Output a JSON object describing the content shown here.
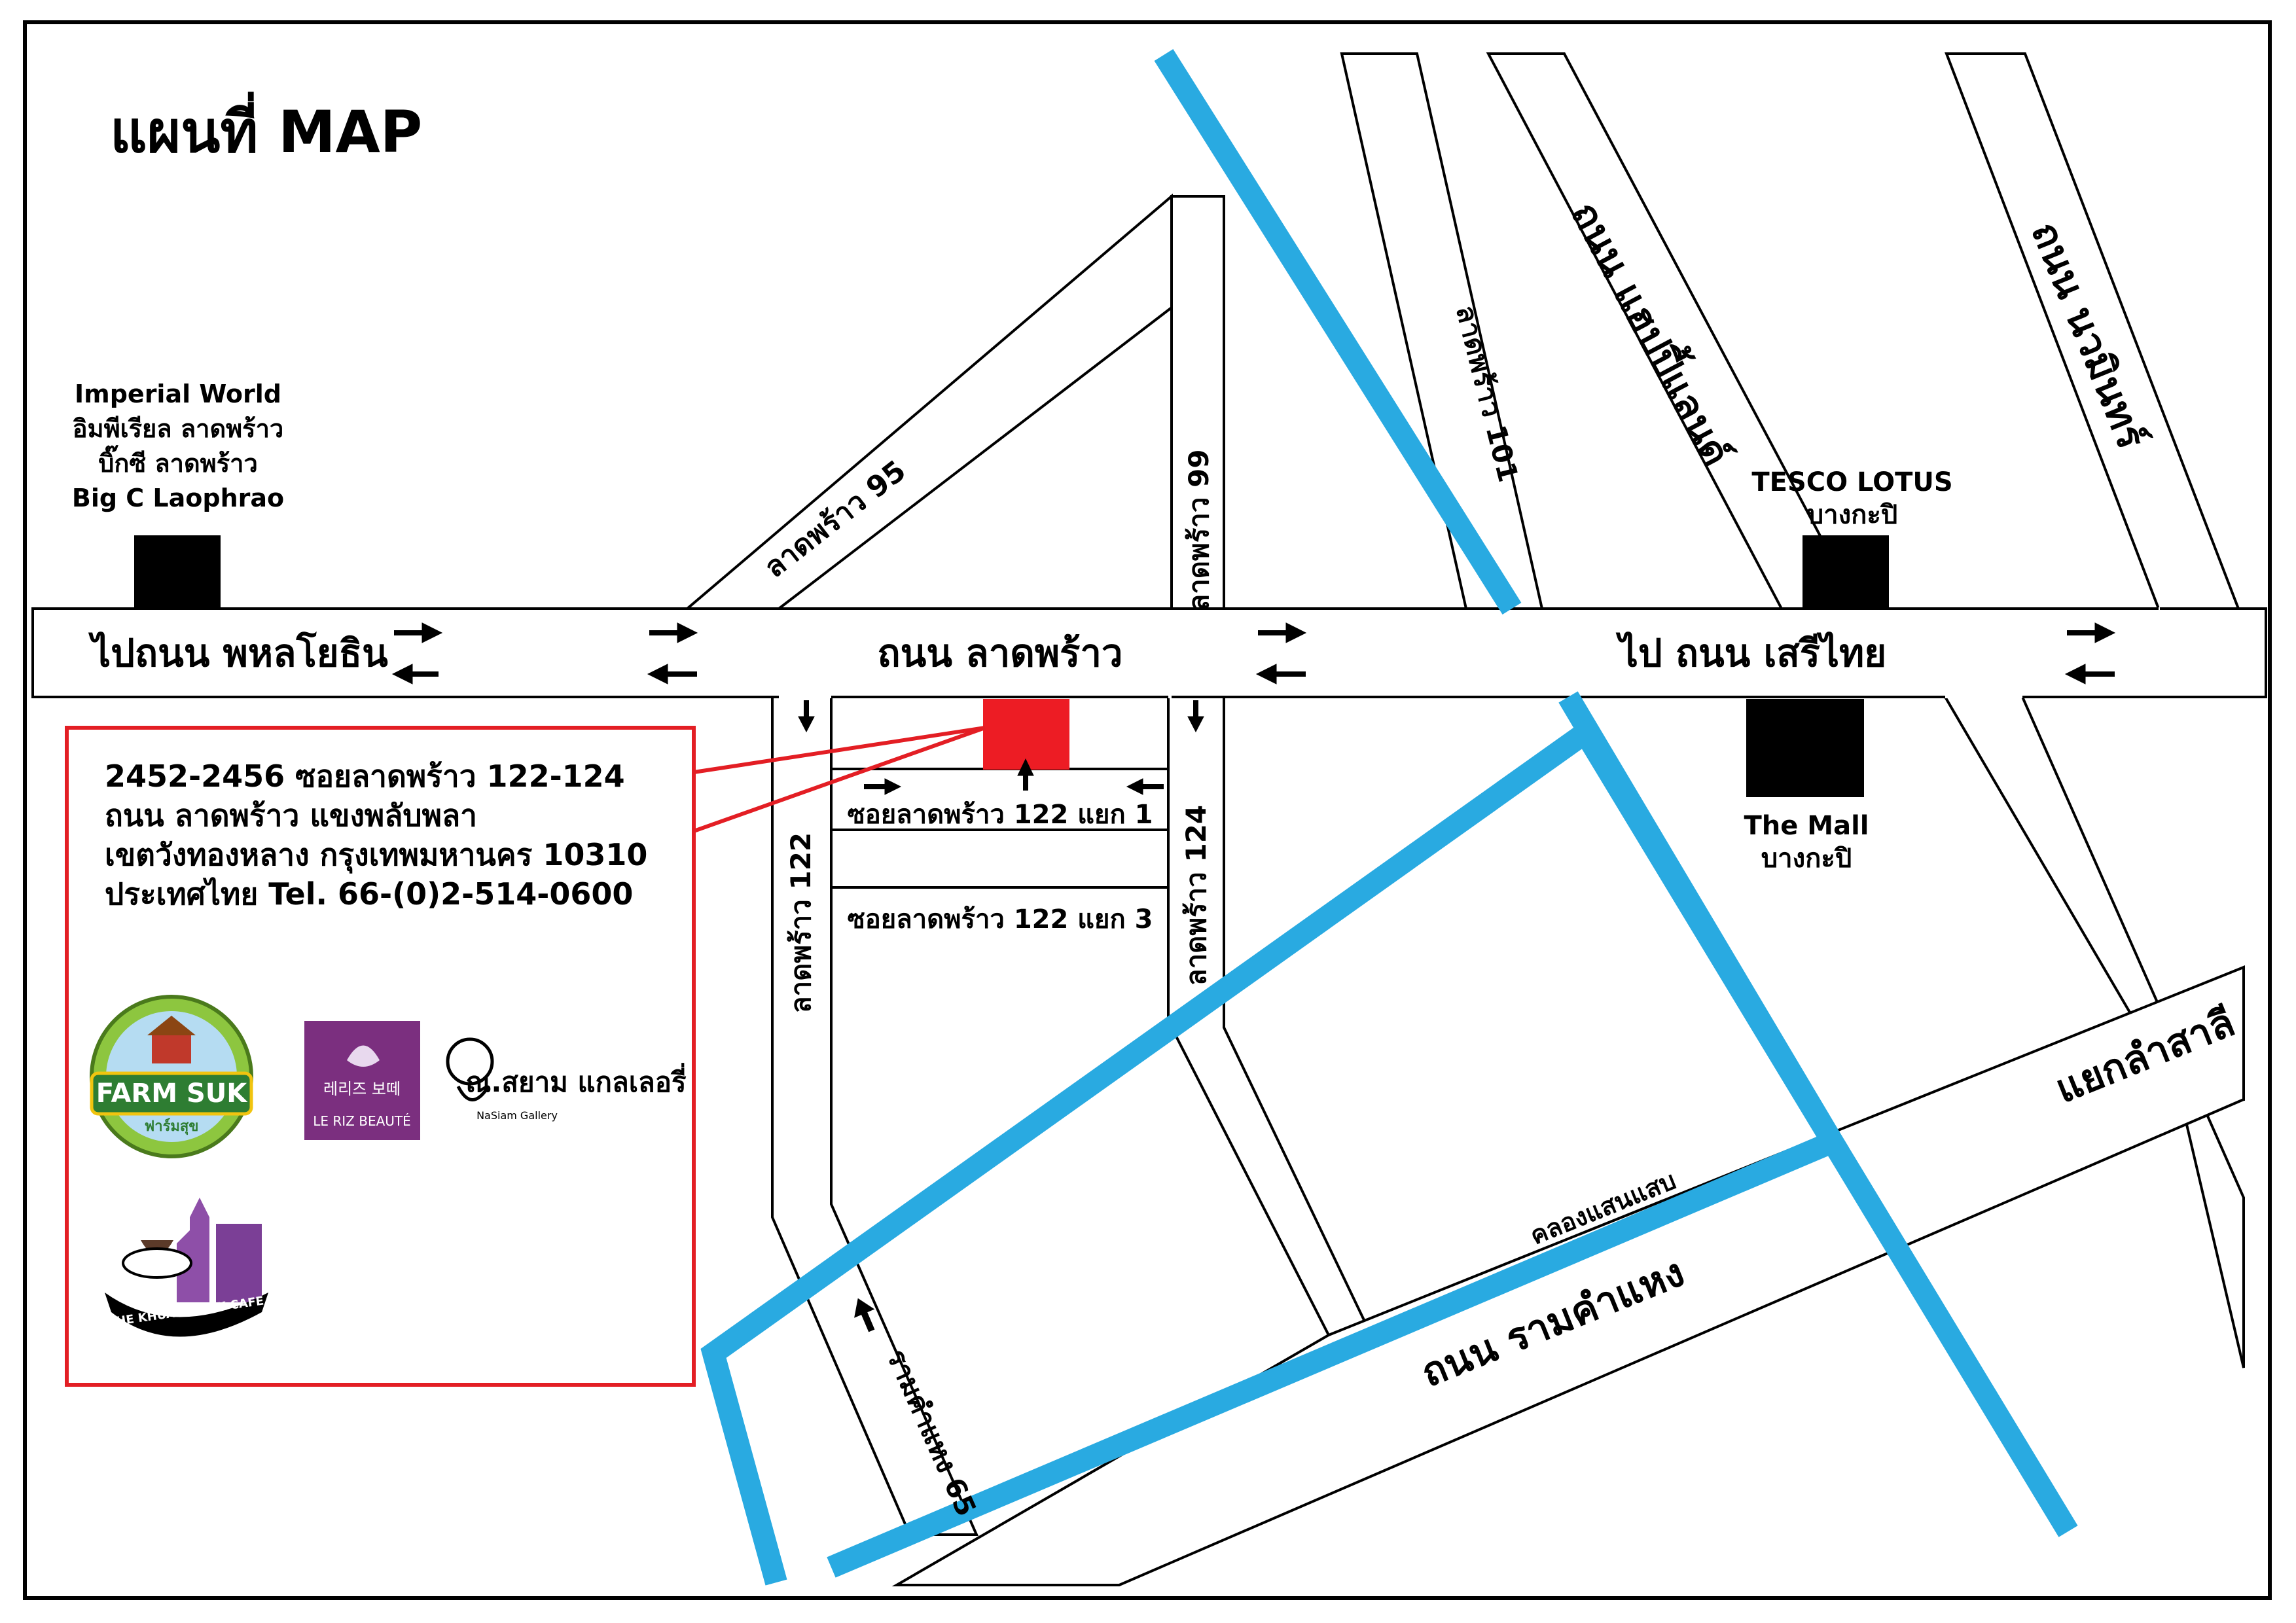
{
  "title": "แผนที่ MAP",
  "roads": {
    "ladprao_main": "ถนน ลาดพร้าว",
    "to_phahon": "ไปถนน พหลโยธิน",
    "to_serithai": "ไป ถนน เสรีไทย",
    "soi_95": "ลาดพร้าว 95",
    "soi_99": "ลาดพร้าว 99",
    "soi_101": "ลาดพร้าว 101",
    "happyland": "ถนน แฮปปี้แลนด์",
    "nawamin": "ถนน นวมินทร์",
    "soi_122": "ลาดพร้าว 122",
    "soi_124": "ลาดพร้าว 124",
    "soi_122_yaek_1": "ซอยลาดพร้าว 122 แยก 1",
    "soi_122_yaek_3": "ซอยลาดพร้าว 122 แยก 3",
    "ramkhamhaeng_65": "รามคำแหง 65",
    "ramkhamhaeng": "ถนน รามคำแหง",
    "lamsali": "แยกลำสาลี",
    "canal": "คลองแสนแสบ"
  },
  "landmarks": {
    "bigc": [
      "Imperial World",
      "อิมพีเรียล ลาดพร้าว",
      "บิ๊กซี ลาดพร้าว",
      "Big C Laophrao"
    ],
    "tesco": [
      "TESCO LOTUS",
      "บางกะปิ"
    ],
    "mall": [
      "The Mall",
      "บางกะปิ"
    ]
  },
  "address": [
    "2452-2456 ซอยลาดพร้าว 122-124",
    "ถนน ลาดพร้าว แขงพลับพลา",
    "เขตวังทองหลาง กรุงเทพมหานคร 10310",
    "ประเทศไทย Tel. 66-(0)2-514-0600"
  ],
  "logos": {
    "farmsuk": "FARM SUK",
    "farmsuk_thai": "ฟาร์มสุข",
    "leriz_korean": "레리즈 보떼",
    "leriz": "LE RIZ BEAUTÉ",
    "siam_gallery": "ณ.สยาม แกลเลอรี่",
    "siam_gallery_en": "NaSiam Gallery",
    "khuansook": "THE KHUAN SOOK CAFE"
  },
  "colors": {
    "canal": "#29aae1",
    "marker": "#ed1c24",
    "building": "#000000",
    "callout": "#e31e24"
  },
  "icons": {
    "arrow": "arrow-icon",
    "destination": "destination-marker-icon"
  }
}
